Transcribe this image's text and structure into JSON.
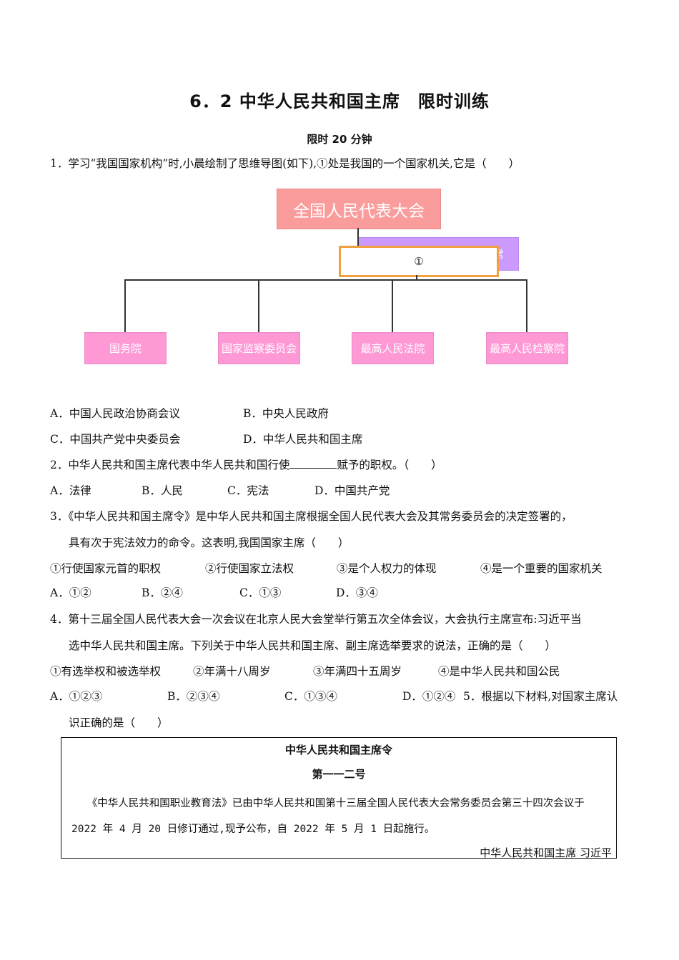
{
  "title": "6．2  中华人民共和国主席　限时训练",
  "subtitle": "限时 20 分钟",
  "q1": {
    "stem": "1．学习“我国国家机构”时,小晨绘制了思维导图(如下),①处是我国的一个国家机关,它是（　　）",
    "diagram": {
      "top": "全国人民代表大会",
      "hidden_fragment": "常",
      "marker": "①",
      "leaves": [
        "国务院",
        "国家监察委员会",
        "最高人民法院",
        "最高人民检察院"
      ]
    },
    "options": [
      "A．中国人民政治协商会议",
      "B．中央人民政府",
      "C．中国共产党中央委员会",
      "D．中华人民共和国主席"
    ]
  },
  "q2": {
    "stem_before": "2．中华人民共和国主席代表中华人民共和国行使",
    "stem_after": "赋予的职权。（　　）",
    "options": [
      "A．法律",
      "B．人民",
      "C．宪法",
      "D．中国共产党"
    ]
  },
  "q3": {
    "stem_line1": "3．《中华人民共和国主席令》是中华人民共和国主席根据全国人民代表大会及其常务委员会的决定签署的，",
    "stem_line2": "具有次于宪法效力的命令。这表明,我国国家主席（　　）",
    "statements": [
      "①行使国家元首的职权",
      "②行使国家立法权",
      "③是个人权力的体现",
      "④是一个重要的国家机关"
    ],
    "options": [
      "A．①②",
      "B．②④",
      "C．①③",
      "D．③④"
    ]
  },
  "q4": {
    "stem_line1": "4．第十三届全国人民代表大会一次会议在北京人民大会堂举行第五次全体会议，大会执行主席宣布:习近平当",
    "stem_line2": "选中华人民共和国主席。下列关于中华人民共和国主席、副主席选举要求的说法，正确的是（　　）",
    "statements": [
      "①有选举权和被选举权",
      "②年满十八周岁",
      "③年满四十五周岁",
      "④是中华人民共和国公民"
    ],
    "options": [
      "A．①②③",
      "B．②③④",
      "C．①③④",
      "D．①②④"
    ]
  },
  "q5": {
    "stem_line1": "5．根据以下材料,对国家主席认",
    "stem_line2": "识正确的是（　　）",
    "notice": {
      "heading": "中华人民共和国主席令",
      "number": "第一一二号",
      "body": "　　《中华人民共和国职业教育法》已由中华人民共和国第十三届全国人民代表大会常务委员会第三十四次会议于 2022 年 4 月 20 日修订通过,现予公布，自 2022 年 5 月 1 日起施行。",
      "signature": "中华人民共和国主席  习近平"
    }
  }
}
